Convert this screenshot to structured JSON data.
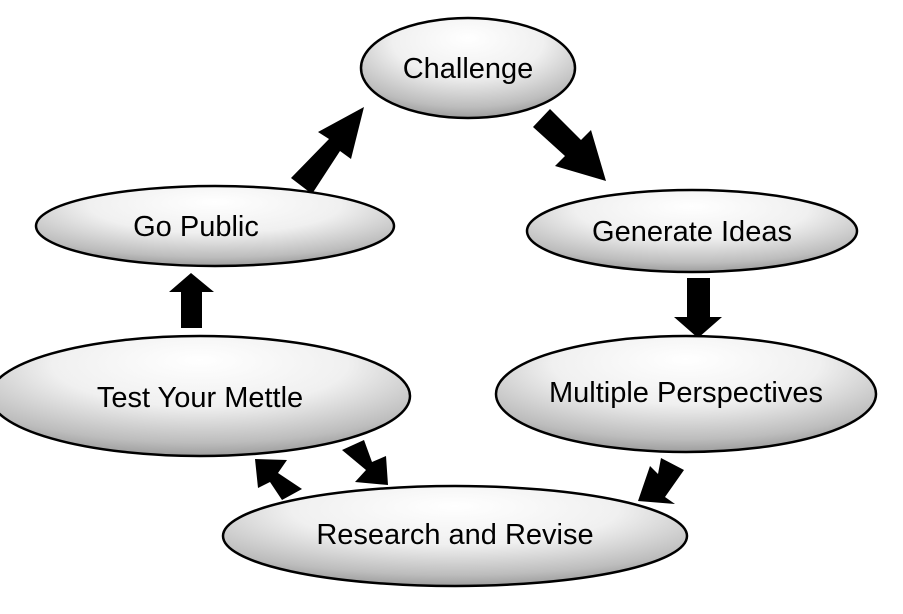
{
  "diagram": {
    "nodes": {
      "challenge": "Challenge",
      "generate_ideas": "Generate Ideas",
      "multiple_perspectives": "Multiple Perspectives",
      "research_and_revise": "Research and Revise",
      "test_your_mettle": "Test Your Mettle",
      "go_public": "Go Public"
    },
    "edges": [
      {
        "from": "challenge",
        "to": "generate_ideas"
      },
      {
        "from": "generate_ideas",
        "to": "multiple_perspectives"
      },
      {
        "from": "multiple_perspectives",
        "to": "research_and_revise"
      },
      {
        "from": "test_your_mettle",
        "to": "research_and_revise"
      },
      {
        "from": "research_and_revise",
        "to": "test_your_mettle"
      },
      {
        "from": "test_your_mettle",
        "to": "go_public"
      },
      {
        "from": "go_public",
        "to": "challenge"
      }
    ],
    "colors": {
      "node_fill_light": "#ffffff",
      "node_fill_dark": "#8c8c8c",
      "outline": "#000000",
      "arrow": "#000000"
    }
  }
}
